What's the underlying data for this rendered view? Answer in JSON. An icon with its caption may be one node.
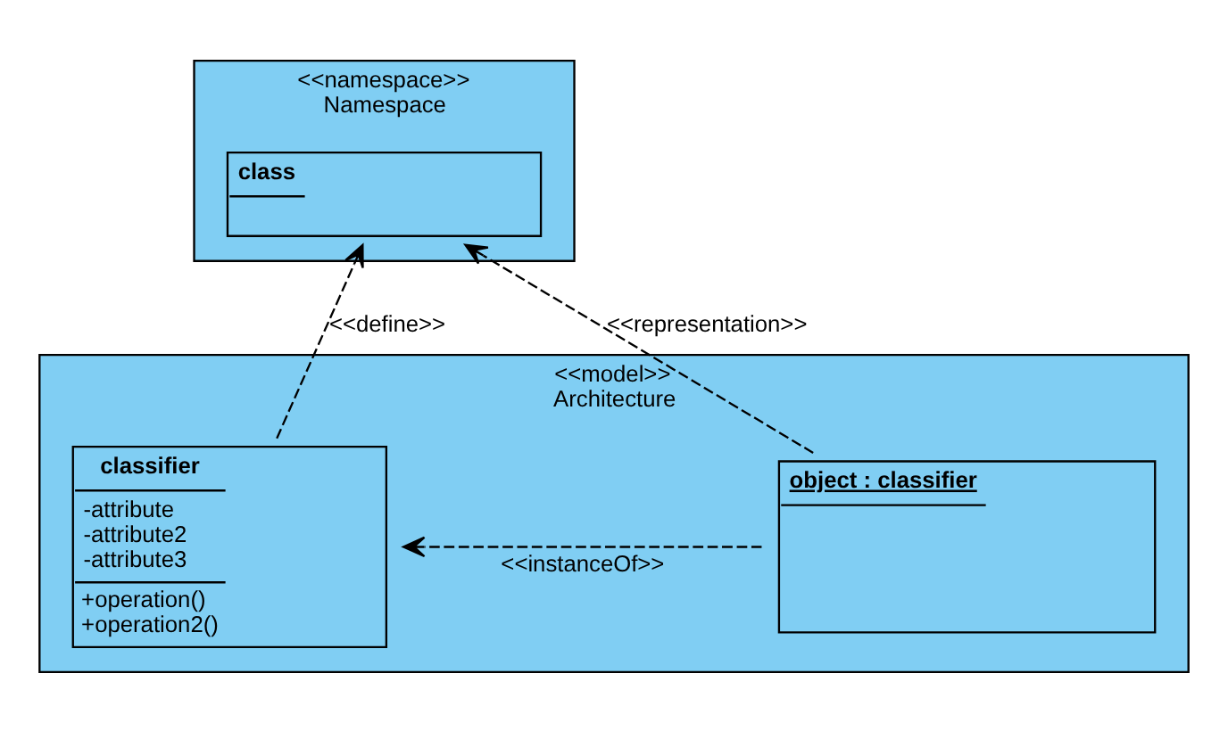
{
  "diagram": {
    "nodes": [
      {
        "text": [
          "<<namespace>>",
          "Namespace"
        ]
      },
      {
        "text": [
          "class"
        ],
        "in": 0
      },
      {
        "text": [
          "<<model>>",
          "Architecture"
        ]
      },
      {
        "text": [
          "classifier",
          "-attribute",
          "-attribute2",
          "-attribute3",
          "+operation()",
          "+operation2()"
        ],
        "in": 2
      },
      {
        "text": [
          "object : classifier"
        ],
        "in": 2
      }
    ],
    "edges": [
      {
        "from": 3,
        "to": 1,
        "arrow": "to",
        "style": "dashed",
        "label": "<<define>>"
      },
      {
        "from": 4,
        "to": 1,
        "arrow": "to",
        "style": "dashed",
        "label": "<<representation>>"
      },
      {
        "from": 4,
        "to": 3,
        "arrow": "to",
        "style": "dashed",
        "label": "<<instanceOf>>"
      }
    ]
  }
}
